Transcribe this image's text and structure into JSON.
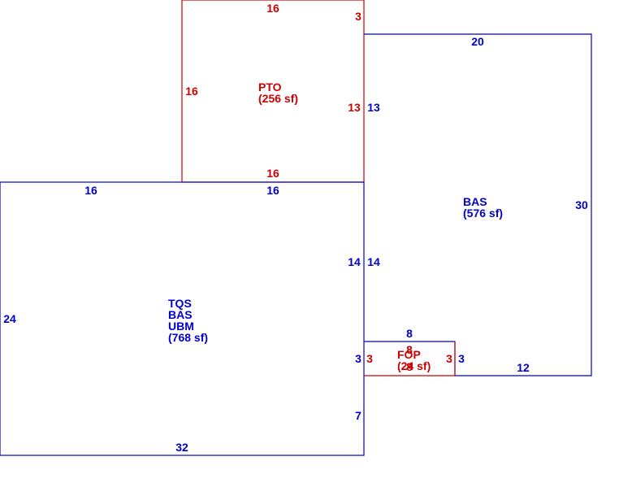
{
  "colors": {
    "blue": "#0000cc",
    "red": "#cc0000",
    "background": "#ffffff"
  },
  "areas": {
    "pto": {
      "name": "PTO",
      "area": "(256 sf)"
    },
    "bas_right": {
      "name": "BAS",
      "area": "(576 sf)"
    },
    "tqs_block": {
      "line1": "TQS",
      "line2": "BAS",
      "line3": "UBM",
      "area": "(768 sf)"
    },
    "fop": {
      "name": "FOP",
      "area": "(24 sf)"
    }
  },
  "dimensions": {
    "pto_top": "16",
    "pto_top_right": "3",
    "pto_left": "16",
    "pto_right": "13",
    "pto_bottom": "16",
    "bas_top": "20",
    "bas_left_upper": "13",
    "bas_right": "30",
    "bas_left_lower": "14",
    "bas_bottom": "12",
    "bas_near_fop": "3",
    "main_top_left": "16",
    "main_top_right": "16",
    "main_left": "24",
    "main_right_upper": "14",
    "main_right_mid": "3",
    "main_right_lower": "7",
    "main_bottom": "32",
    "fop_top_blue": "8",
    "fop_top_red": "8",
    "fop_left": "3",
    "fop_right": "3",
    "fop_bottom": "8"
  }
}
